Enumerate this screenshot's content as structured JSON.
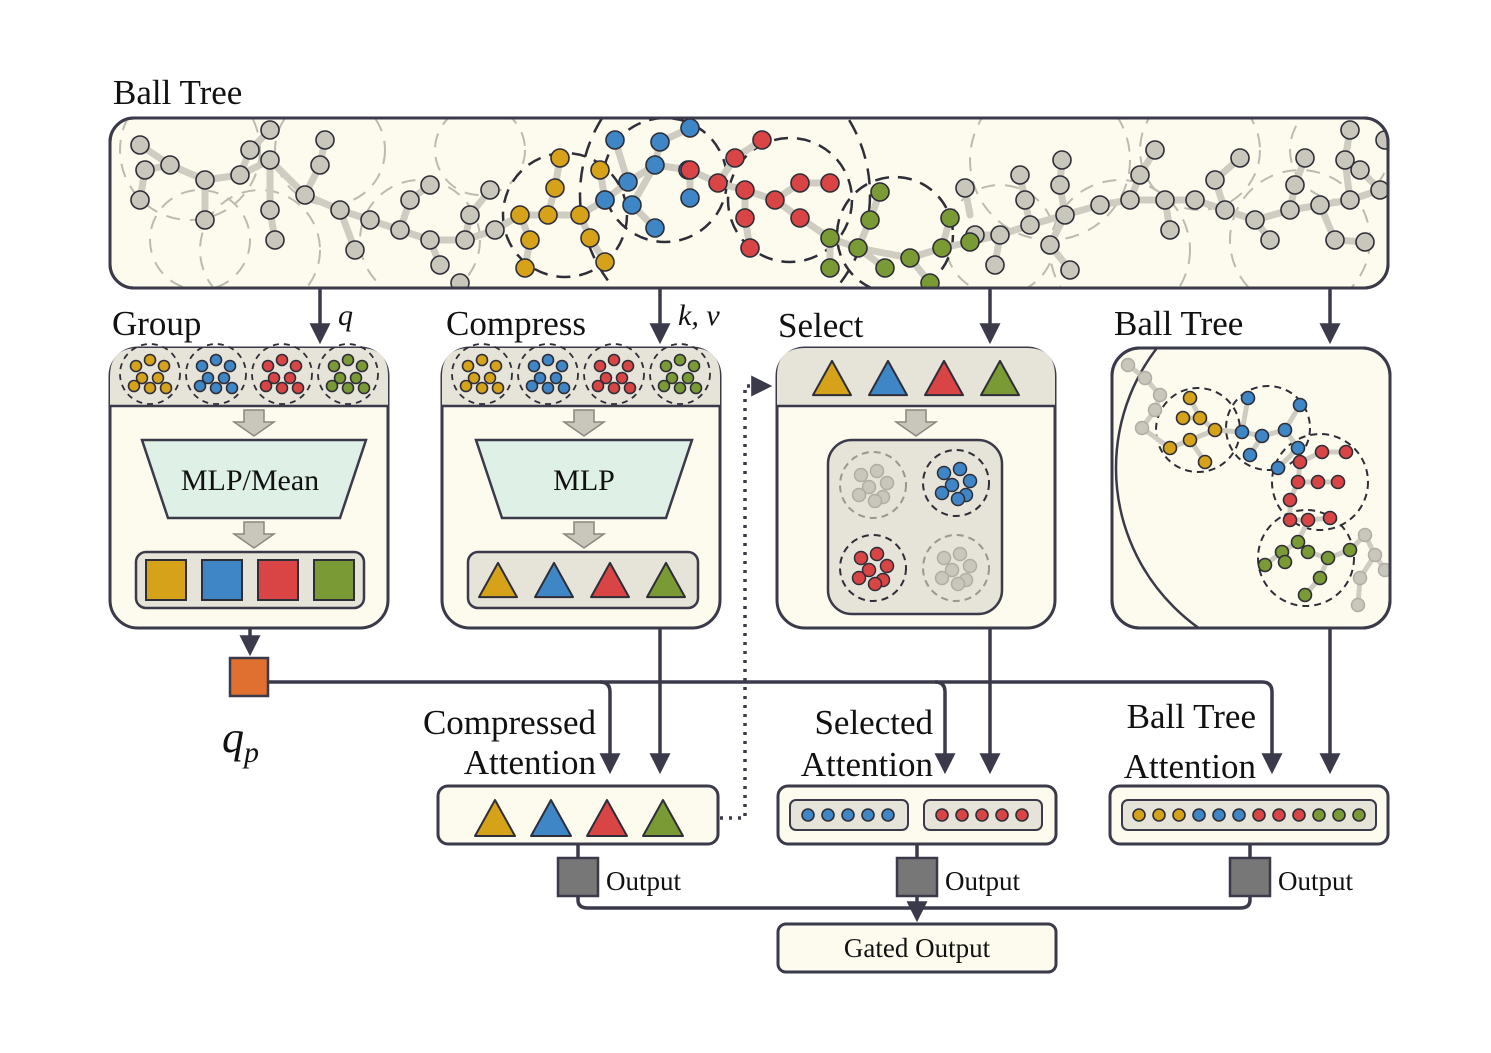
{
  "colors": {
    "yellow": "#d6a21a",
    "blue": "#3f86c6",
    "red": "#d94545",
    "green": "#7a9a35",
    "grey": "#c9c6bc",
    "cream": "#fdfbee",
    "panel": "#e6e3d8",
    "mlp": "#dff0e6",
    "query": "#e07030",
    "output": "#777777",
    "line": "#3a3a4a"
  },
  "top": {
    "title": "Ball Tree"
  },
  "group": {
    "title": "Group",
    "arrow_label": "q",
    "op_label": "MLP/Mean"
  },
  "compress": {
    "title": "Compress",
    "arrow_label": "k, v",
    "op_label": "MLP"
  },
  "select": {
    "title": "Select"
  },
  "balltree": {
    "title": "Ball Tree"
  },
  "query_point": {
    "base": "q",
    "sub": "p"
  },
  "compressed_attention": {
    "line1": "Compressed",
    "line2": "Attention"
  },
  "selected_attention": {
    "line1": "Selected",
    "line2": "Attention"
  },
  "balltree_attention": {
    "line1": "Ball Tree",
    "line2": "Attention"
  },
  "outputs": {
    "label": "Output"
  },
  "gated": {
    "label": "Gated Output"
  }
}
